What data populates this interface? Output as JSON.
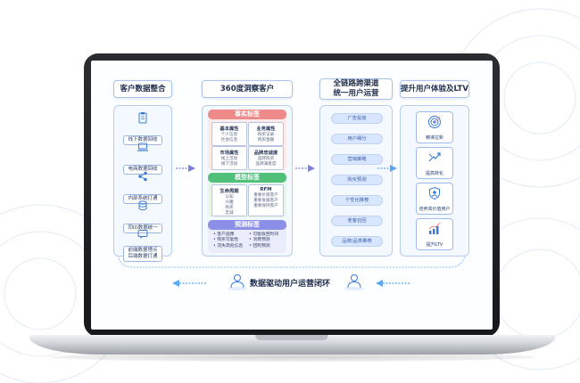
{
  "columns": [
    {
      "title": "客户数据整合",
      "items": [
        {
          "icon": "clipboard-icon",
          "label": "线下数据回收"
        },
        {
          "icon": "laptop-icon",
          "label": "电商数据回收"
        },
        {
          "icon": "share-icon",
          "label": "内部系统打通"
        },
        {
          "icon": "database-icon",
          "label": "同ID数据统一"
        },
        {
          "icon": "chat-icon",
          "label": "前端数据埋点\n后端数据打通"
        }
      ]
    },
    {
      "title": "360度洞察客户",
      "sections": [
        {
          "title": "事实标签",
          "color": "#ef8a8a",
          "cells": [
            {
              "title": "基本属性",
              "sub": "个人信息\n社会信息"
            },
            {
              "title": "业务属性",
              "sub": "购买记录\n购买金额"
            },
            {
              "title": "市场属性",
              "sub": "线上活动\n线下活动"
            },
            {
              "title": "品牌忠诚度",
              "sub": "品牌购买\n品牌满意度"
            }
          ]
        },
        {
          "title": "模型标签",
          "color": "#4fbf7a",
          "cells": [
            {
              "title": "生命周期",
              "sub": "认知\n兴趣\n购买\n忠诚"
            },
            {
              "title": "RFM",
              "sub": "重要价值客户\n重要发展客户\n重要保持客户"
            }
          ]
        },
        {
          "title": "预测标签",
          "color": "#8b8fe8",
          "bullets_left": "• 客户画像\n• 购买可能性\n• 流失高危信息",
          "bullets_right": "• 可能收回时间\n• 消费预测\n• 团购预测"
        }
      ]
    },
    {
      "title": "全链路跨渠道\n统一用户运营",
      "pills": [
        "广告投放",
        "用户细分",
        "营销策略",
        "购买预测",
        "个性化推荐",
        "老客召回",
        "品牌/品类推荐"
      ]
    },
    {
      "title": "提升用户体验及LTV",
      "tiles": [
        {
          "icon": "target-icon",
          "label": "精准拉新"
        },
        {
          "icon": "arrows-icon",
          "label": "提高转化"
        },
        {
          "icon": "shield-icon",
          "label": "培养高价值用户"
        },
        {
          "icon": "chart-up-icon",
          "label": "提升LTV"
        }
      ]
    }
  ],
  "footer": {
    "title": "数据驱动用户运营闭环"
  },
  "colors": {
    "accent": "#3a7bd5",
    "arrow": "#7b7fe0",
    "loop": "#5aa9ef"
  }
}
